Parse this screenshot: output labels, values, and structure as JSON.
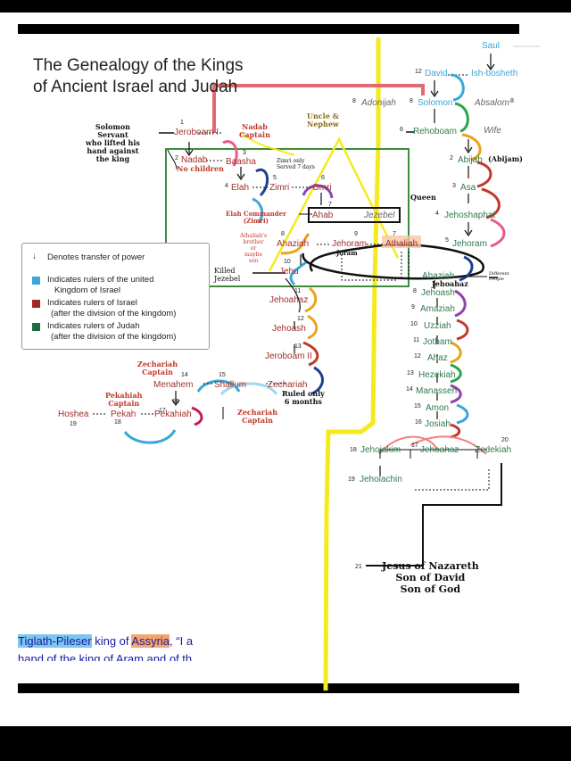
{
  "title": [
    "The Genealogy of the Kings",
    "of Ancient Israel and Judah"
  ],
  "united": {
    "saul": "Saul",
    "david": "David",
    "ishbosheth": "Ish-bosheth",
    "solomon": "Solomon"
  },
  "others": {
    "adonijah": "Adonijah",
    "absalom": "Absalom",
    "wife": "Wife",
    "jezebel": "Jezebel"
  },
  "israel": {
    "jeroboam1": "Jeroboam I",
    "nadab": "Nadab",
    "baasha": "Baasha",
    "elah": "Elah",
    "zimri": "Zimri",
    "omri": "Omri",
    "ahab": "Ahab",
    "ahaziah": "Ahaziah",
    "jehoram": "Jehoram",
    "jehu": "Jehu",
    "jehoahaz": "Jehoahaz",
    "jehoash": "Jehoash",
    "jeroboam2": "Jeroboam II",
    "zechariah": "Zechariah",
    "shallum": "Shallum",
    "menahem": "Menahem",
    "pekahiah": "Pekahiah",
    "pekah": "Pekah",
    "hoshea": "Hoshea"
  },
  "judah": {
    "rehoboam": "Rehoboam",
    "abijah": "Abijah",
    "asa": "Asa",
    "jehoshaphat": "Jehoshaphat",
    "jehoram": "Jehoram",
    "athaliah": "Athaliah",
    "ahaziah": "Ahaziah",
    "jehoash": "Jehoash",
    "amaziah": "Amaziah",
    "uzziah": "Uzziah",
    "jotham": "Jotham",
    "ahaz": "Ahaz",
    "hezekiah": "Hezekiah",
    "manasseh": "Manasseh",
    "amon": "Amon",
    "josiah": "Josiah",
    "jehoiakim": "Jehoiakim",
    "jehoahaz": "Jehoahaz",
    "zedekiah": "Zedekiah",
    "jehoiachin": "Jehoiachin"
  },
  "numbers": {
    "n12": "12",
    "n8a": "8",
    "n8b": "8",
    "n8c": "8",
    "n6": "6",
    "n1": "1",
    "n2": "2",
    "n3": "3",
    "n4": "4",
    "n5": "5",
    "n6b": "6",
    "n7": "7",
    "n8": "8",
    "n9": "9",
    "n10": "10",
    "n11": "11",
    "n12b": "12",
    "n13": "13",
    "n14": "14",
    "n15": "15",
    "n16": "16",
    "n17": "17",
    "n18": "18",
    "n19": "19",
    "j2": "2",
    "j3": "3",
    "j4": "4",
    "j5": "5",
    "j7": "7",
    "j8": "8",
    "j9": "9",
    "j10": "10",
    "j11": "11",
    "j12": "12",
    "j13": "13",
    "j14": "14",
    "j15": "15",
    "j16": "16",
    "j17": "17",
    "j18": "18",
    "j19": "19",
    "j20": "20",
    "j21": "21"
  },
  "handwriting": {
    "solomon_servant": [
      "Solomon",
      "Servant",
      "who lifted his",
      "hand against",
      "the king"
    ],
    "nadab_captain": [
      "Nadab",
      "Captain"
    ],
    "no_children": "No children",
    "uncle_nephew": [
      "Uncle &",
      "Nephew"
    ],
    "zimri_only": [
      "Zimri only",
      "Served 7 days"
    ],
    "elah_commander": [
      "Elah Commander",
      "(Zimri)"
    ],
    "queen": "Queen",
    "athaliah_brother": [
      "Athaliah's",
      "brother",
      "or",
      "maybe",
      "son"
    ],
    "joram": "Joram",
    "killed_jezebel": [
      "Killed",
      "Jezebel"
    ],
    "abijam": "(Abijam)",
    "jehoahaz_note": "Jehoahaz",
    "different_people": [
      "Different",
      "People"
    ],
    "zechariah_captain_top": [
      "Zechariah",
      "Captain"
    ],
    "pekahiah_captain": [
      "Pekahiah",
      "Captain"
    ],
    "zechariah_captain_bottom": [
      "Zechariah",
      "Captain"
    ],
    "ruled_only": [
      "Ruled only",
      "6 months"
    ],
    "jesus": [
      "Jesus of Nazareth",
      "Son of David",
      "Son of God"
    ]
  },
  "legend": {
    "arrow": "Denotes transfer of power",
    "united": [
      "Indicates rulers of the united",
      "Kingdom of Israel"
    ],
    "israel": [
      "Indicates rulers of Israel",
      "(after the division of the kingdom)"
    ],
    "judah": [
      "Indicates rulers of Judah",
      "(after the division of the kingdom)"
    ],
    "colors": {
      "united": "#3aa6d8",
      "israel": "#9e2a23",
      "judah": "#1f6b45"
    }
  },
  "excerpt": {
    "w1": "Tiglath-Pileser",
    "w2": " king of ",
    "w3": "Assyria",
    "w4": ", “I a",
    "line2": "hand of the king of Aram and of th"
  }
}
